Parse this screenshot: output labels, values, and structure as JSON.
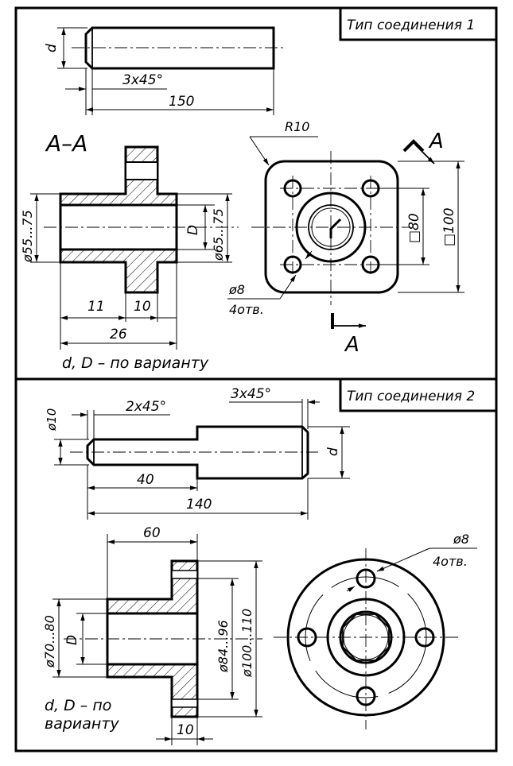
{
  "section1": {
    "title": "Тип соединения 1",
    "dim_d": "d",
    "dim_chamfer": "3x45°",
    "dim_length": "150",
    "section_label": "A–A",
    "dim_bore": "ø55...75",
    "dim_outer": "ø65...75",
    "dim_D": "D",
    "dim_11": "11",
    "dim_10": "10",
    "dim_26": "26",
    "dim_R10": "R10",
    "dim_square80": "□80",
    "dim_square100": "□100",
    "dim_hole": "ø8",
    "dim_holes_count": "4отв.",
    "view_mark": "A",
    "note": "d, D  –  по варианту"
  },
  "section2": {
    "title": "Тип соединения 2",
    "dim_d10": "ø10",
    "dim_chamfer_small": "2x45°",
    "dim_chamfer_large": "3x45°",
    "dim_d": "d",
    "dim_40": "40",
    "dim_140": "140",
    "dim_60": "60",
    "dim_bore": "ø70...80",
    "dim_D": "D",
    "dim_hub": "ø84...96",
    "dim_flange": "ø100...110",
    "dim_10": "10",
    "dim_hole": "ø8",
    "dim_holes_count": "4отв.",
    "note_line1": "d, D  –  по",
    "note_line2": "варианту"
  }
}
